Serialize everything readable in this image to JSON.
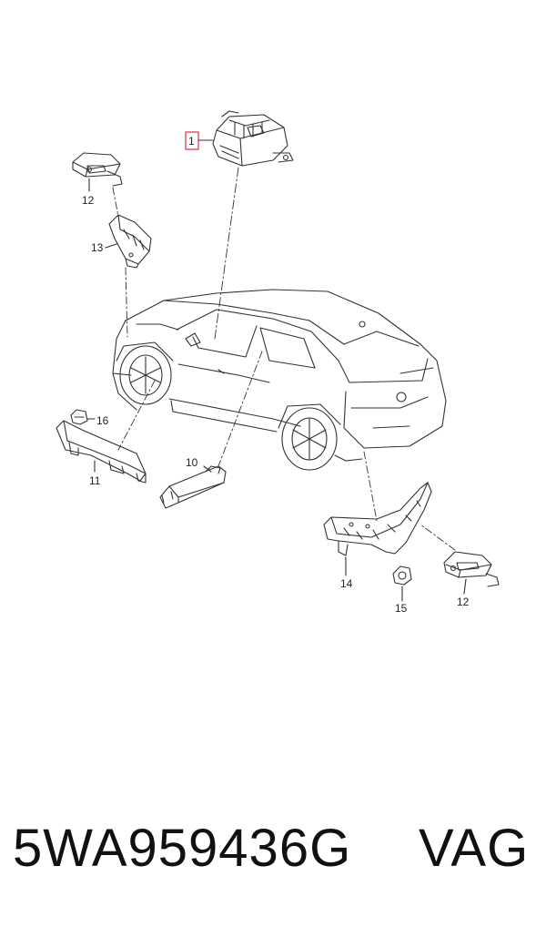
{
  "callouts": {
    "c1": "1",
    "c10": "10",
    "c11": "11",
    "c12a": "12",
    "c12b": "12",
    "c13": "13",
    "c14": "14",
    "c15": "15",
    "c16": "16"
  },
  "footer": {
    "part_number": "5WA959436G",
    "brand": "VAG"
  },
  "colors": {
    "line": "#333333",
    "highlight": "#e0304a"
  }
}
